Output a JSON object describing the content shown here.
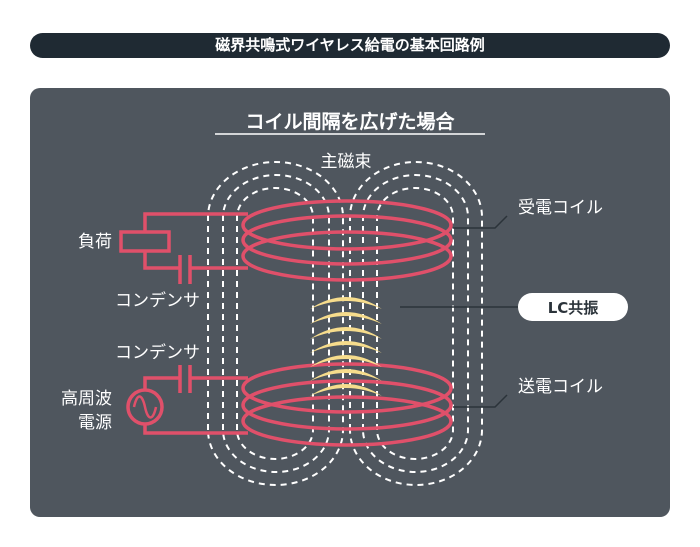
{
  "title": "磁界共鳴式ワイヤレス給電の基本回路例",
  "subtitle": "コイル間隔を広げた場合",
  "labels": {
    "main_flux": "主磁束",
    "receive_coil": "受電コイル",
    "lc_resonance": "LC共振",
    "send_coil": "送電コイル",
    "load": "負荷",
    "capacitor_top": "コンデンサ",
    "capacitor_bottom": "コンデンサ",
    "source_line1": "高周波",
    "source_line2": "電源"
  },
  "colors": {
    "coil": "#e0506a",
    "resonance": "#f6dc8c",
    "panel": "#4f565e",
    "titlebar": "#1f2a33"
  }
}
